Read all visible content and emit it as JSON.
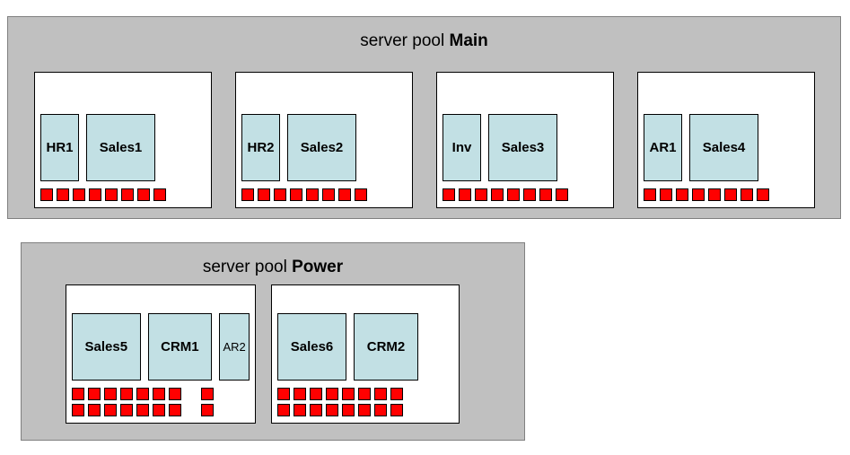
{
  "diagram": {
    "title_prefix": "server pool",
    "colors": {
      "pool_background": "#c0c0c0",
      "server_background": "#ffffff",
      "application_box": "#c2e0e4",
      "resource_unit": "#ff0000",
      "outline": "#000000"
    },
    "pools": [
      {
        "id": "main",
        "title_prefix": "server pool",
        "name": "Main",
        "servers": [
          {
            "id": "main-server-1",
            "applications": [
              {
                "label": "HR1",
                "width": "w-md"
              },
              {
                "label": "Sales1",
                "width": "w-lg"
              }
            ],
            "resource_rows": [
              [
                "unit",
                "unit",
                "unit",
                "unit",
                "unit",
                "unit",
                "unit",
                "unit"
              ]
            ]
          },
          {
            "id": "main-server-2",
            "applications": [
              {
                "label": "HR2",
                "width": "w-md"
              },
              {
                "label": "Sales2",
                "width": "w-lg"
              }
            ],
            "resource_rows": [
              [
                "unit",
                "unit",
                "unit",
                "unit",
                "unit",
                "unit",
                "unit",
                "unit"
              ]
            ]
          },
          {
            "id": "main-server-3",
            "applications": [
              {
                "label": "Inv",
                "width": "w-md"
              },
              {
                "label": "Sales3",
                "width": "w-lg"
              }
            ],
            "resource_rows": [
              [
                "unit",
                "unit",
                "unit",
                "unit",
                "unit",
                "unit",
                "unit",
                "unit"
              ]
            ]
          },
          {
            "id": "main-server-4",
            "applications": [
              {
                "label": "AR1",
                "width": "w-md"
              },
              {
                "label": "Sales4",
                "width": "w-lg"
              }
            ],
            "resource_rows": [
              [
                "unit",
                "unit",
                "unit",
                "unit",
                "unit",
                "unit",
                "unit",
                "unit"
              ]
            ]
          }
        ]
      },
      {
        "id": "power",
        "title_prefix": "server pool",
        "name": "Power",
        "servers": [
          {
            "id": "power-server-1",
            "applications": [
              {
                "label": "Sales5",
                "width": "w-lg"
              },
              {
                "label": "CRM1",
                "width": "w-xl"
              },
              {
                "label": "AR2",
                "width": "w-sm"
              }
            ],
            "resource_rows": [
              [
                "unit",
                "unit",
                "unit",
                "unit",
                "unit",
                "unit",
                "unit",
                "gap",
                "unit"
              ],
              [
                "unit",
                "unit",
                "unit",
                "unit",
                "unit",
                "unit",
                "unit",
                "gap",
                "unit"
              ]
            ]
          },
          {
            "id": "power-server-2",
            "applications": [
              {
                "label": "Sales6",
                "width": "w-lg"
              },
              {
                "label": "CRM2",
                "width": "w-xl"
              }
            ],
            "resource_rows": [
              [
                "unit",
                "unit",
                "unit",
                "unit",
                "unit",
                "unit",
                "unit",
                "unit"
              ],
              [
                "unit",
                "unit",
                "unit",
                "unit",
                "unit",
                "unit",
                "unit",
                "unit"
              ]
            ]
          }
        ]
      }
    ]
  }
}
